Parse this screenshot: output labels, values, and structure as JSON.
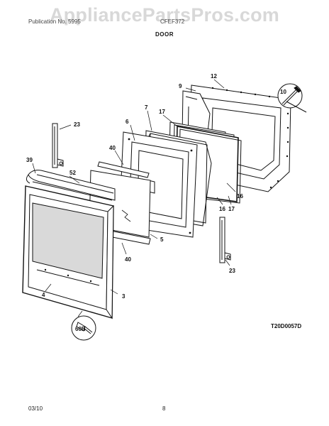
{
  "watermark": "AppliancePartsPros.com",
  "header": {
    "left_text": "Publication No. 5995",
    "model_text": "CFEF372"
  },
  "section_title": "DOOR",
  "diagram_code": "T20D0057D",
  "footer": {
    "date": "03/10",
    "page": "8"
  },
  "callouts": [
    "12",
    "9",
    "10",
    "7",
    "17",
    "6",
    "23",
    "40",
    "39",
    "52",
    "16",
    "17",
    "16",
    "5",
    "40",
    "4",
    "3",
    "23",
    "60B"
  ]
}
